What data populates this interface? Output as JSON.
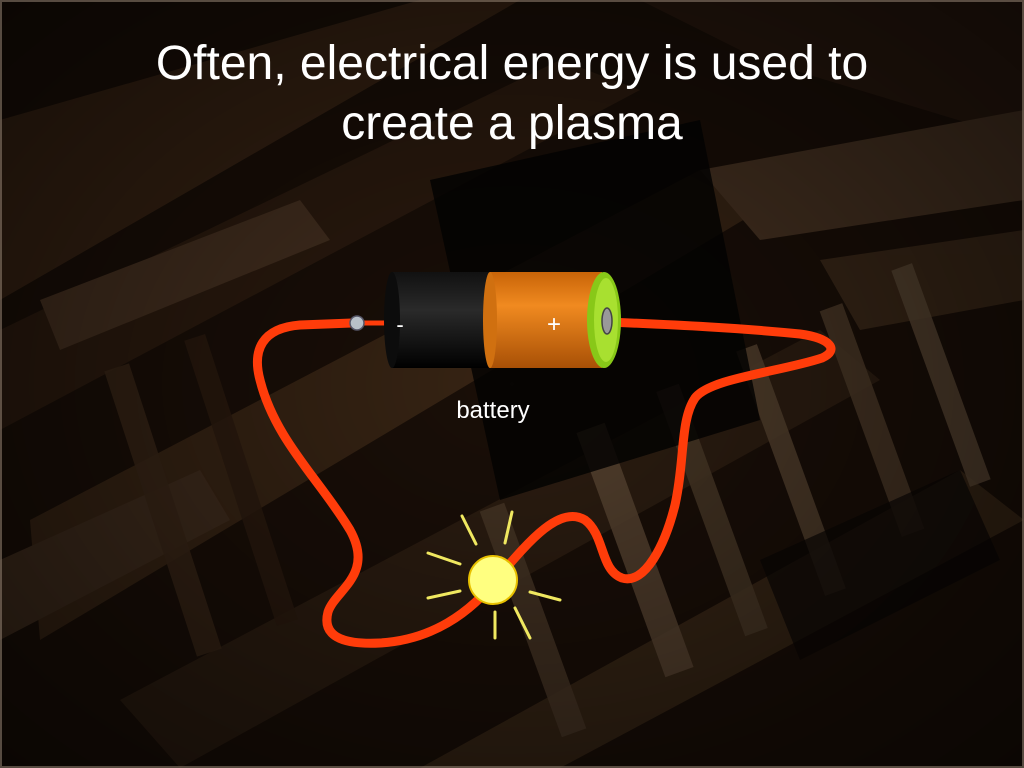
{
  "slide": {
    "title_lines": [
      "Often, electrical energy is used to",
      "create a plasma"
    ]
  },
  "diagram": {
    "battery": {
      "label": "battery",
      "negative_sign": "-",
      "positive_sign": "+",
      "body_color": "#000000",
      "band_color": "#e07810",
      "terminal_color": "#90d020"
    },
    "wire_color": "#ff3c0a",
    "lamp_color": "#ffff80",
    "ray_color": "#f0e860"
  }
}
